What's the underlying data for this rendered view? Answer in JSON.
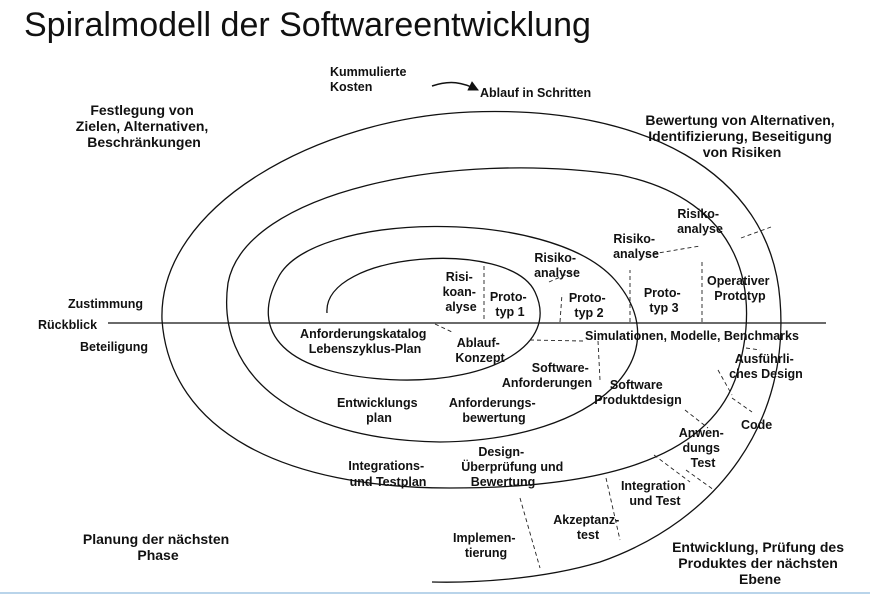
{
  "title": "Spiralmodell der Softwareentwicklung",
  "quadrants": {
    "top_left": [
      "Festlegung von",
      "Zielen, Alternativen,",
      "Beschränkungen"
    ],
    "top_right": [
      "Bewertung von Alternativen,",
      "Identifizierung, Beseitigung",
      "von Risiken"
    ],
    "bottom_left": [
      "Planung der nächsten",
      "Phase"
    ],
    "bottom_right": [
      "Entwicklung, Prüfung des",
      "Produktes der nächsten",
      "Ebene"
    ]
  },
  "top_labels": {
    "cost": [
      "Kummulierte",
      "Kosten"
    ],
    "steps": "Ablauf in Schritten"
  },
  "axis_labels": {
    "agreement": "Zustimmung",
    "review": "Rückblick",
    "participation": "Beteiligung"
  },
  "items": {
    "risk_1": [
      "Risi-",
      "koan-",
      "alyse"
    ],
    "proto_1": [
      "Proto-",
      "typ 1"
    ],
    "risk_2": [
      "Risiko-",
      "analyse"
    ],
    "proto_2": [
      "Proto-",
      "typ 2"
    ],
    "risk_3": [
      "Risiko-",
      "analyse"
    ],
    "proto_3": [
      "Proto-",
      "typ 3"
    ],
    "risk_4": [
      "Risiko-",
      "analyse"
    ],
    "operative_proto": [
      "Operativer",
      "Prototyp"
    ],
    "simulations": "Simulationen, Modelle, Benchmarks",
    "req_catalog": [
      "Anforderungskatalog",
      "Lebenszyklus-Plan"
    ],
    "flow_concept": [
      "Ablauf-",
      "Konzept"
    ],
    "sw_requirements": [
      "Software-",
      "Anforderungen"
    ],
    "sw_design": [
      "Software",
      "Produktdesign"
    ],
    "detailed_design": [
      "Ausführli-",
      "ches Design"
    ],
    "dev_plan": [
      "Entwicklungs",
      "plan"
    ],
    "req_evaluation": [
      "Anforderungs-",
      "bewertung"
    ],
    "code": "Code",
    "app_test": [
      "Anwen-",
      "dungs",
      "Test"
    ],
    "integration_plan": [
      "Integrations-",
      "und Testplan"
    ],
    "design_review": [
      "Design-",
      "Überprüfung und",
      "Bewertung"
    ],
    "integration_test": [
      "Integration",
      "und Test"
    ],
    "acceptance_test": [
      "Akzeptanz-",
      "test"
    ],
    "implementation": [
      "Implemen-",
      "tierung"
    ]
  }
}
